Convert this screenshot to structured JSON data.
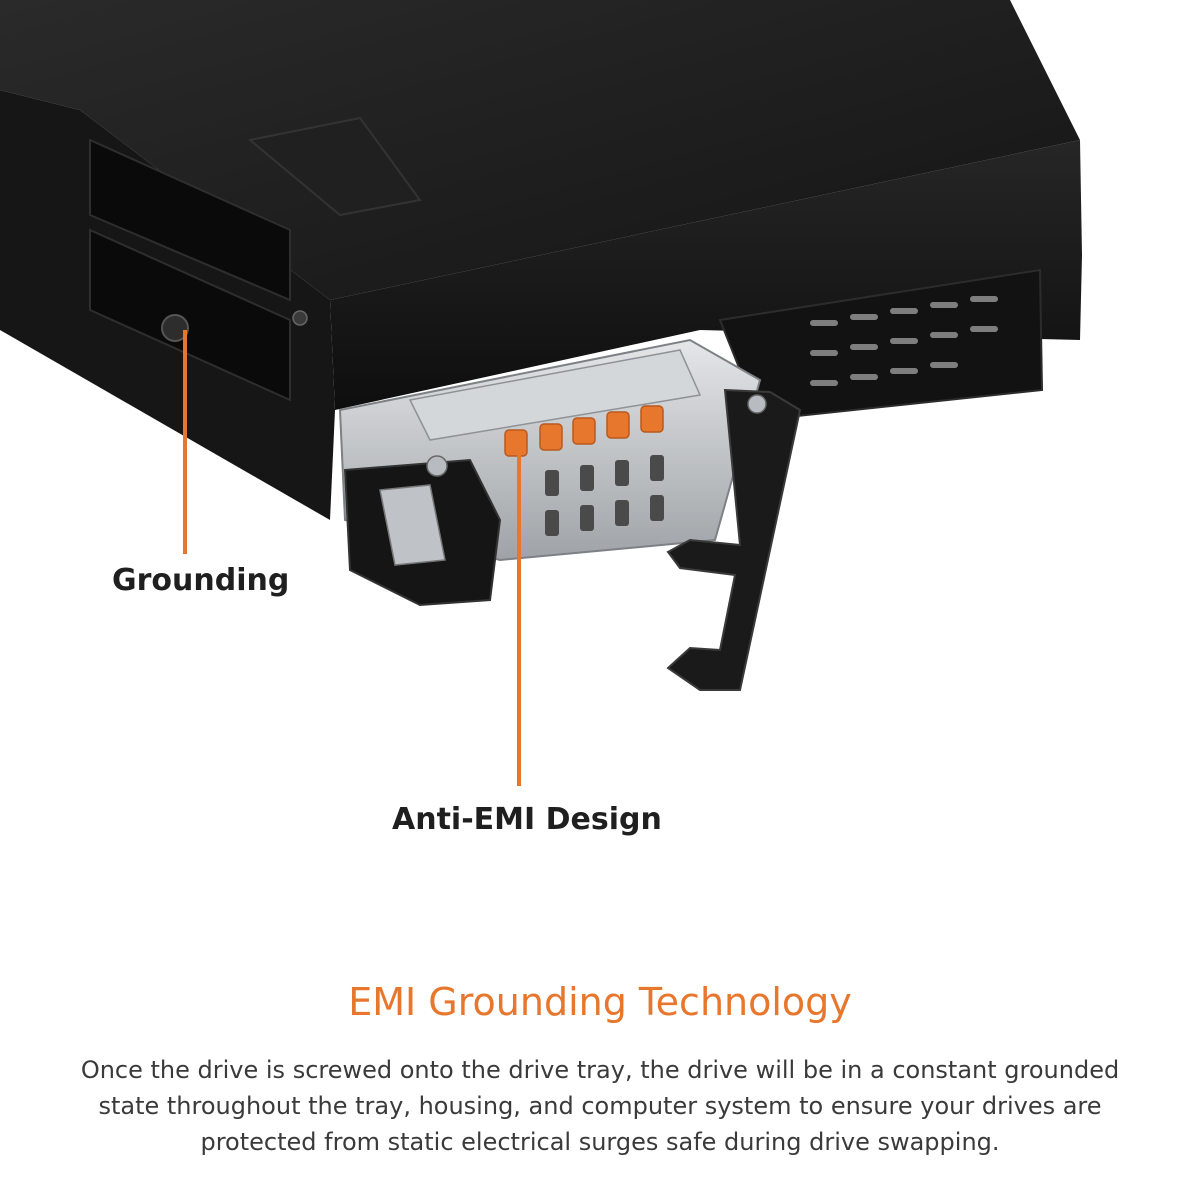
{
  "image": {
    "subject": "Black drive enclosure bay with a silver drive tray and open black latch handle"
  },
  "callouts": {
    "grounding": "Grounding",
    "anti_emi": "Anti-EMI Design"
  },
  "section": {
    "title": "EMI Grounding Technology",
    "body_lines": [
      "Once the drive is screwed onto the drive tray, the drive will be in a constant grounded",
      "state throughout the tray, housing, and computer system to ensure your drives are",
      "protected from static electrical surges safe during drive swapping."
    ]
  },
  "colors": {
    "accent": "#e8772e",
    "enclosure": "#1c1c1c",
    "tray_metal": "#c6c9cc",
    "label_text": "#1f1f1f",
    "body_text": "#3a3a3a"
  }
}
